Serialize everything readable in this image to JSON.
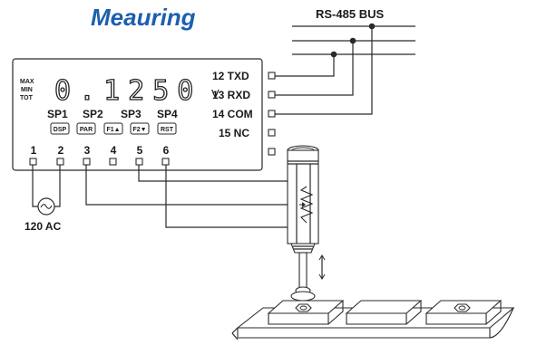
{
  "title": "Meauring",
  "bus_label": "RS-485 BUS",
  "meter": {
    "modes": [
      "MAX",
      "MIN",
      "TOT"
    ],
    "reading": "0.1250",
    "unit": "V",
    "setpoints": [
      "SP1",
      "SP2",
      "SP3",
      "SP4"
    ],
    "keys": [
      "DSP",
      "PAR",
      "F1▲",
      "F2▼",
      "RST"
    ],
    "bottom_terminals": [
      "1",
      "2",
      "3",
      "4",
      "5",
      "6"
    ],
    "comm_terminals": [
      "12 TXD",
      "13 RXD",
      "14 COM",
      "15 NC"
    ]
  },
  "power_label": "120 AC"
}
